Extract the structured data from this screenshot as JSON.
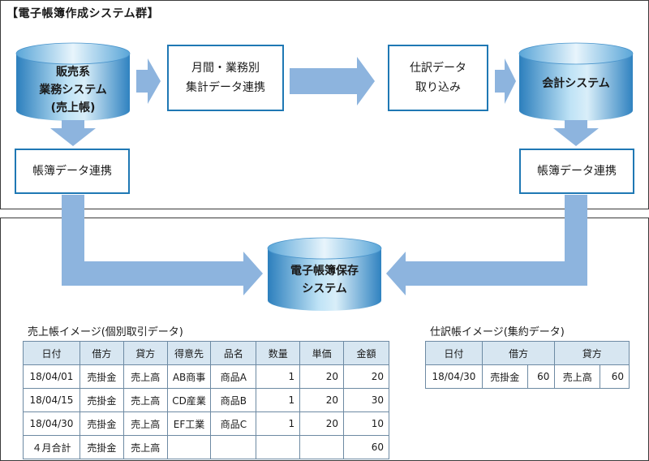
{
  "top_title": "【電子帳簿作成システム群】",
  "sales_system": {
    "line1": "販売系",
    "line2": "業務システム",
    "line3": "(売上帳)"
  },
  "aggregation": {
    "line1": "月間・業務別",
    "line2": "集計データ連携"
  },
  "journal_import": {
    "line1": "仕訳データ",
    "line2": "取り込み"
  },
  "accounting_system": "会計システム",
  "ledger_link_left": "帳簿データ連携",
  "ledger_link_right": "帳簿データ連携",
  "storage_system": {
    "line1": "電子帳簿保存",
    "line2": "システム"
  },
  "sales_table": {
    "caption": "売上帳イメージ(個別取引データ)",
    "headers": [
      "日付",
      "借方",
      "貸方",
      "得意先",
      "品名",
      "数量",
      "単価",
      "金額"
    ],
    "rows": [
      [
        "18/04/01",
        "売掛金",
        "売上高",
        "AB商事",
        "商品A",
        "1",
        "20",
        "20"
      ],
      [
        "18/04/15",
        "売掛金",
        "売上高",
        "CD産業",
        "商品B",
        "1",
        "20",
        "30"
      ],
      [
        "18/04/30",
        "売掛金",
        "売上高",
        "EF工業",
        "商品C",
        "1",
        "20",
        "10"
      ],
      [
        "４月合計",
        "売掛金",
        "売上高",
        "",
        "",
        "",
        "",
        "60"
      ]
    ]
  },
  "journal_table": {
    "caption": "仕訳帳イメージ(集約データ)",
    "headers": [
      "日付",
      "借方",
      "貸方"
    ],
    "row": [
      "18/04/30",
      "売掛金",
      "60",
      "売上高",
      "60"
    ]
  },
  "colors": {
    "arrow": "#8db4de",
    "box_border": "#1f78b4",
    "cylinder_dark": "#3a8fc8",
    "cylinder_light": "#d9eef9"
  }
}
